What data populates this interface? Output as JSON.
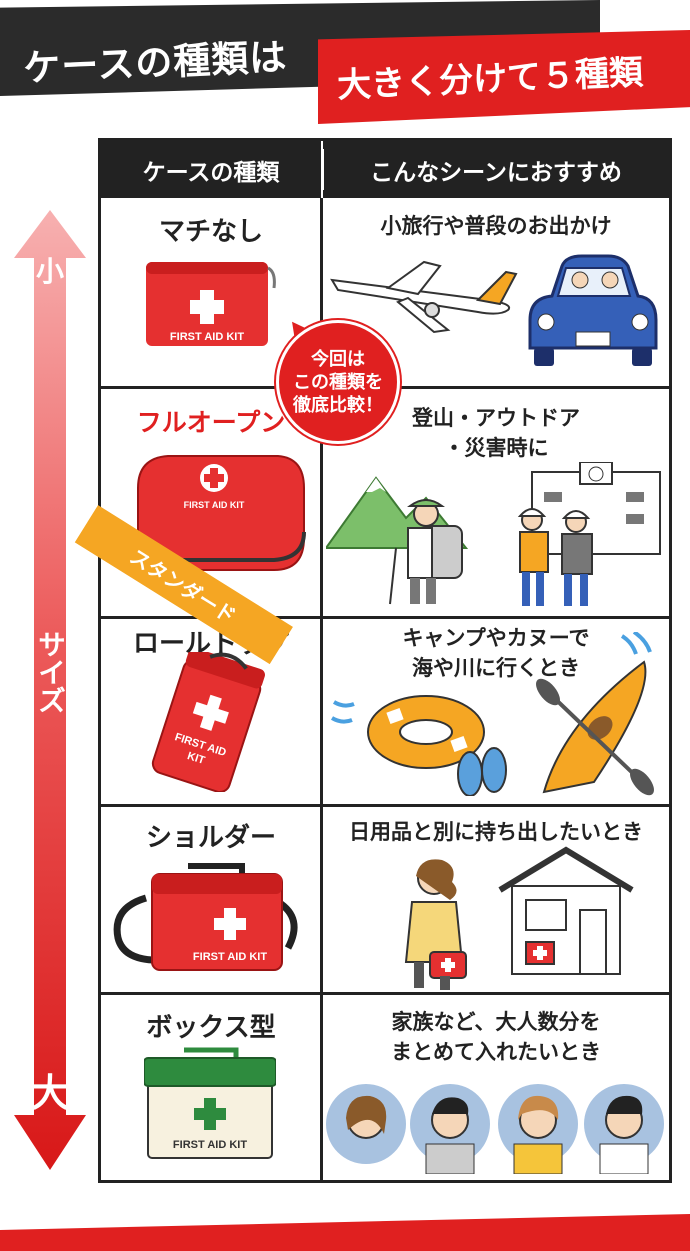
{
  "header": {
    "title": "ケースの種類は",
    "subtitle": "大きく分けて５種類"
  },
  "table": {
    "col1_header": "ケースの種類",
    "col2_header": "こんなシーンにおすすめ",
    "rows": [
      {
        "name": "マチなし",
        "scene": "小旅行や普段のお出かけ",
        "kit_label": "FIRST AID KIT"
      },
      {
        "name": "フルオープン",
        "scene": "登山・アウトドア\n・災害時に",
        "kit_label": "FIRST AID KIT"
      },
      {
        "name": "ロールトップ",
        "scene": "キャンプやカヌーで\n海や川に行くとき",
        "kit_label": "FIRST AID\nKIT"
      },
      {
        "name": "ショルダー",
        "scene": "日用品と別に持ち出したいとき",
        "kit_label": "FIRST AID KIT"
      },
      {
        "name": "ボックス型",
        "scene": "家族など、大人数分を\nまとめて入れたいとき",
        "kit_label": "FIRST AID KIT"
      }
    ]
  },
  "axis": {
    "small": "小",
    "label": "サイズ",
    "large": "大"
  },
  "bubble": "今回は\nこの種類を\n徹底比較！",
  "ribbon": "スタンダード",
  "colors": {
    "accent": "#e02020",
    "dark": "#2b2b2b",
    "ribbon": "#f5a623",
    "box_green": "#2e8b3e"
  }
}
